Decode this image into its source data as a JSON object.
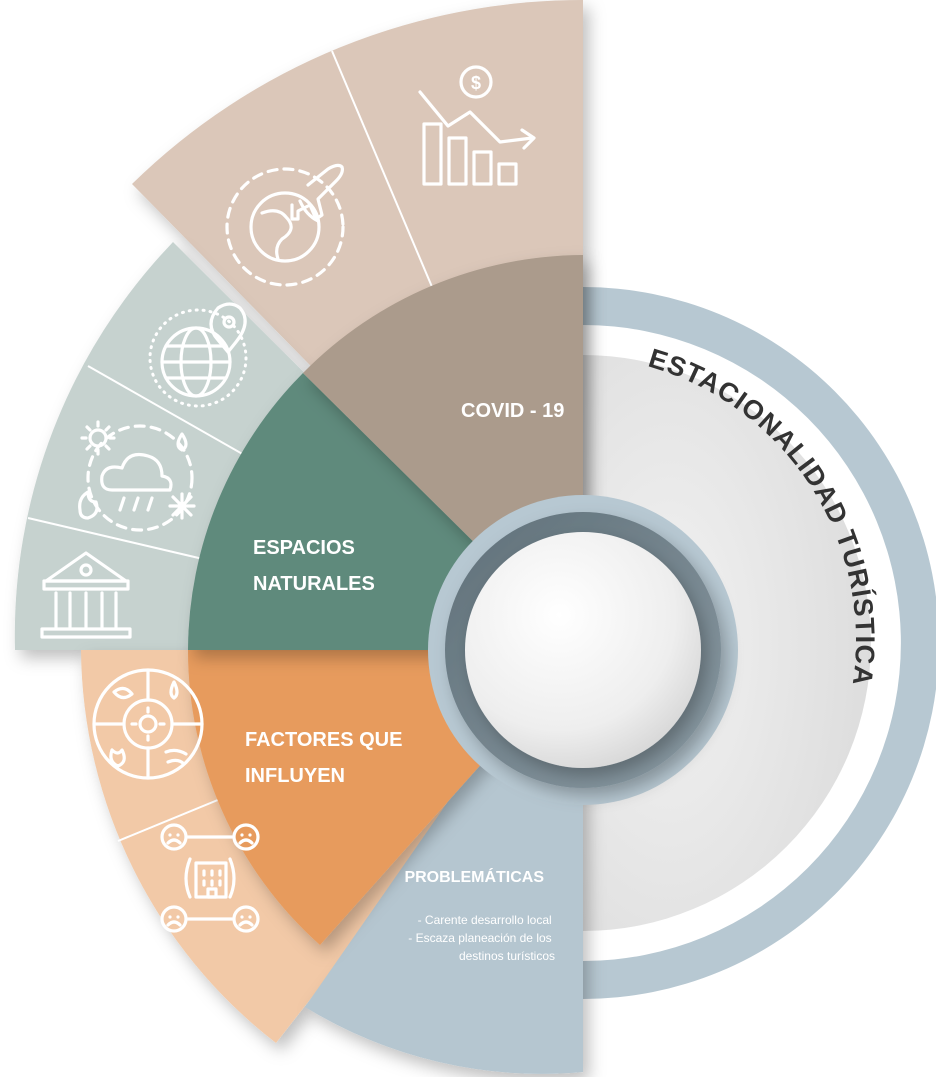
{
  "title": "ESTACIONALIDAD TURÍSTICA",
  "sectors": [
    {
      "id": "covid",
      "label_lines": [
        "COVID - 19"
      ],
      "color": "#ab9b8c",
      "outer_color": "#dbc7b9"
    },
    {
      "id": "espacios",
      "label_lines": [
        "ESPACIOS",
        "NATURALES"
      ],
      "color": "#5f8a7c",
      "outer_color": "#c6d2cf"
    },
    {
      "id": "factores",
      "label_lines": [
        "FACTORES QUE",
        "INFLUYEN"
      ],
      "color": "#e79b5d",
      "outer_color": "#f2c9a7"
    },
    {
      "id": "problematicas",
      "heading": "PROBLEMÁTICAS",
      "items": [
        "- Carente desarrollo local",
        "- Escaza planeación de los",
        "destinos turísticos"
      ],
      "color": "#b5c6d0"
    }
  ],
  "icons": [
    "falling-revenue-chart-icon",
    "globe-airplane-icon",
    "globe-location-pin-icon",
    "weather-climate-icon",
    "museum-building-icon",
    "resource-cycle-icon",
    "community-network-icon"
  ],
  "ring_colors": {
    "outer": "#b7c8d2",
    "inner_disc": "#e6e6e6",
    "hub_ring": "#7b8c95",
    "hub": "#f4f4f4"
  }
}
